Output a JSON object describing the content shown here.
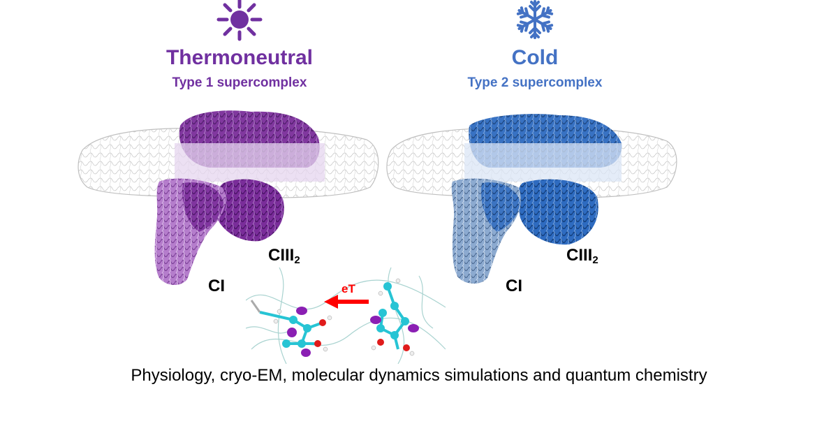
{
  "left": {
    "icon": "sun-icon",
    "color": "#7030A0",
    "title": "Thermoneutral",
    "subtitle": "Type 1 supercomplex",
    "label_ci": "CI",
    "label_ciii_main": "CIII",
    "label_ciii_sub": "2"
  },
  "right": {
    "icon": "snowflake-icon",
    "color": "#4472C4",
    "title": "Cold",
    "subtitle": "Type 2 supercomplex",
    "label_ci": "CI",
    "label_ciii_main": "CIII",
    "label_ciii_sub": "2"
  },
  "inset": {
    "arrow_label": "eT",
    "arrow_color": "#FF0000"
  },
  "caption": "Physiology, cryo-EM, molecular dynamics simulations and quantum chemistry"
}
